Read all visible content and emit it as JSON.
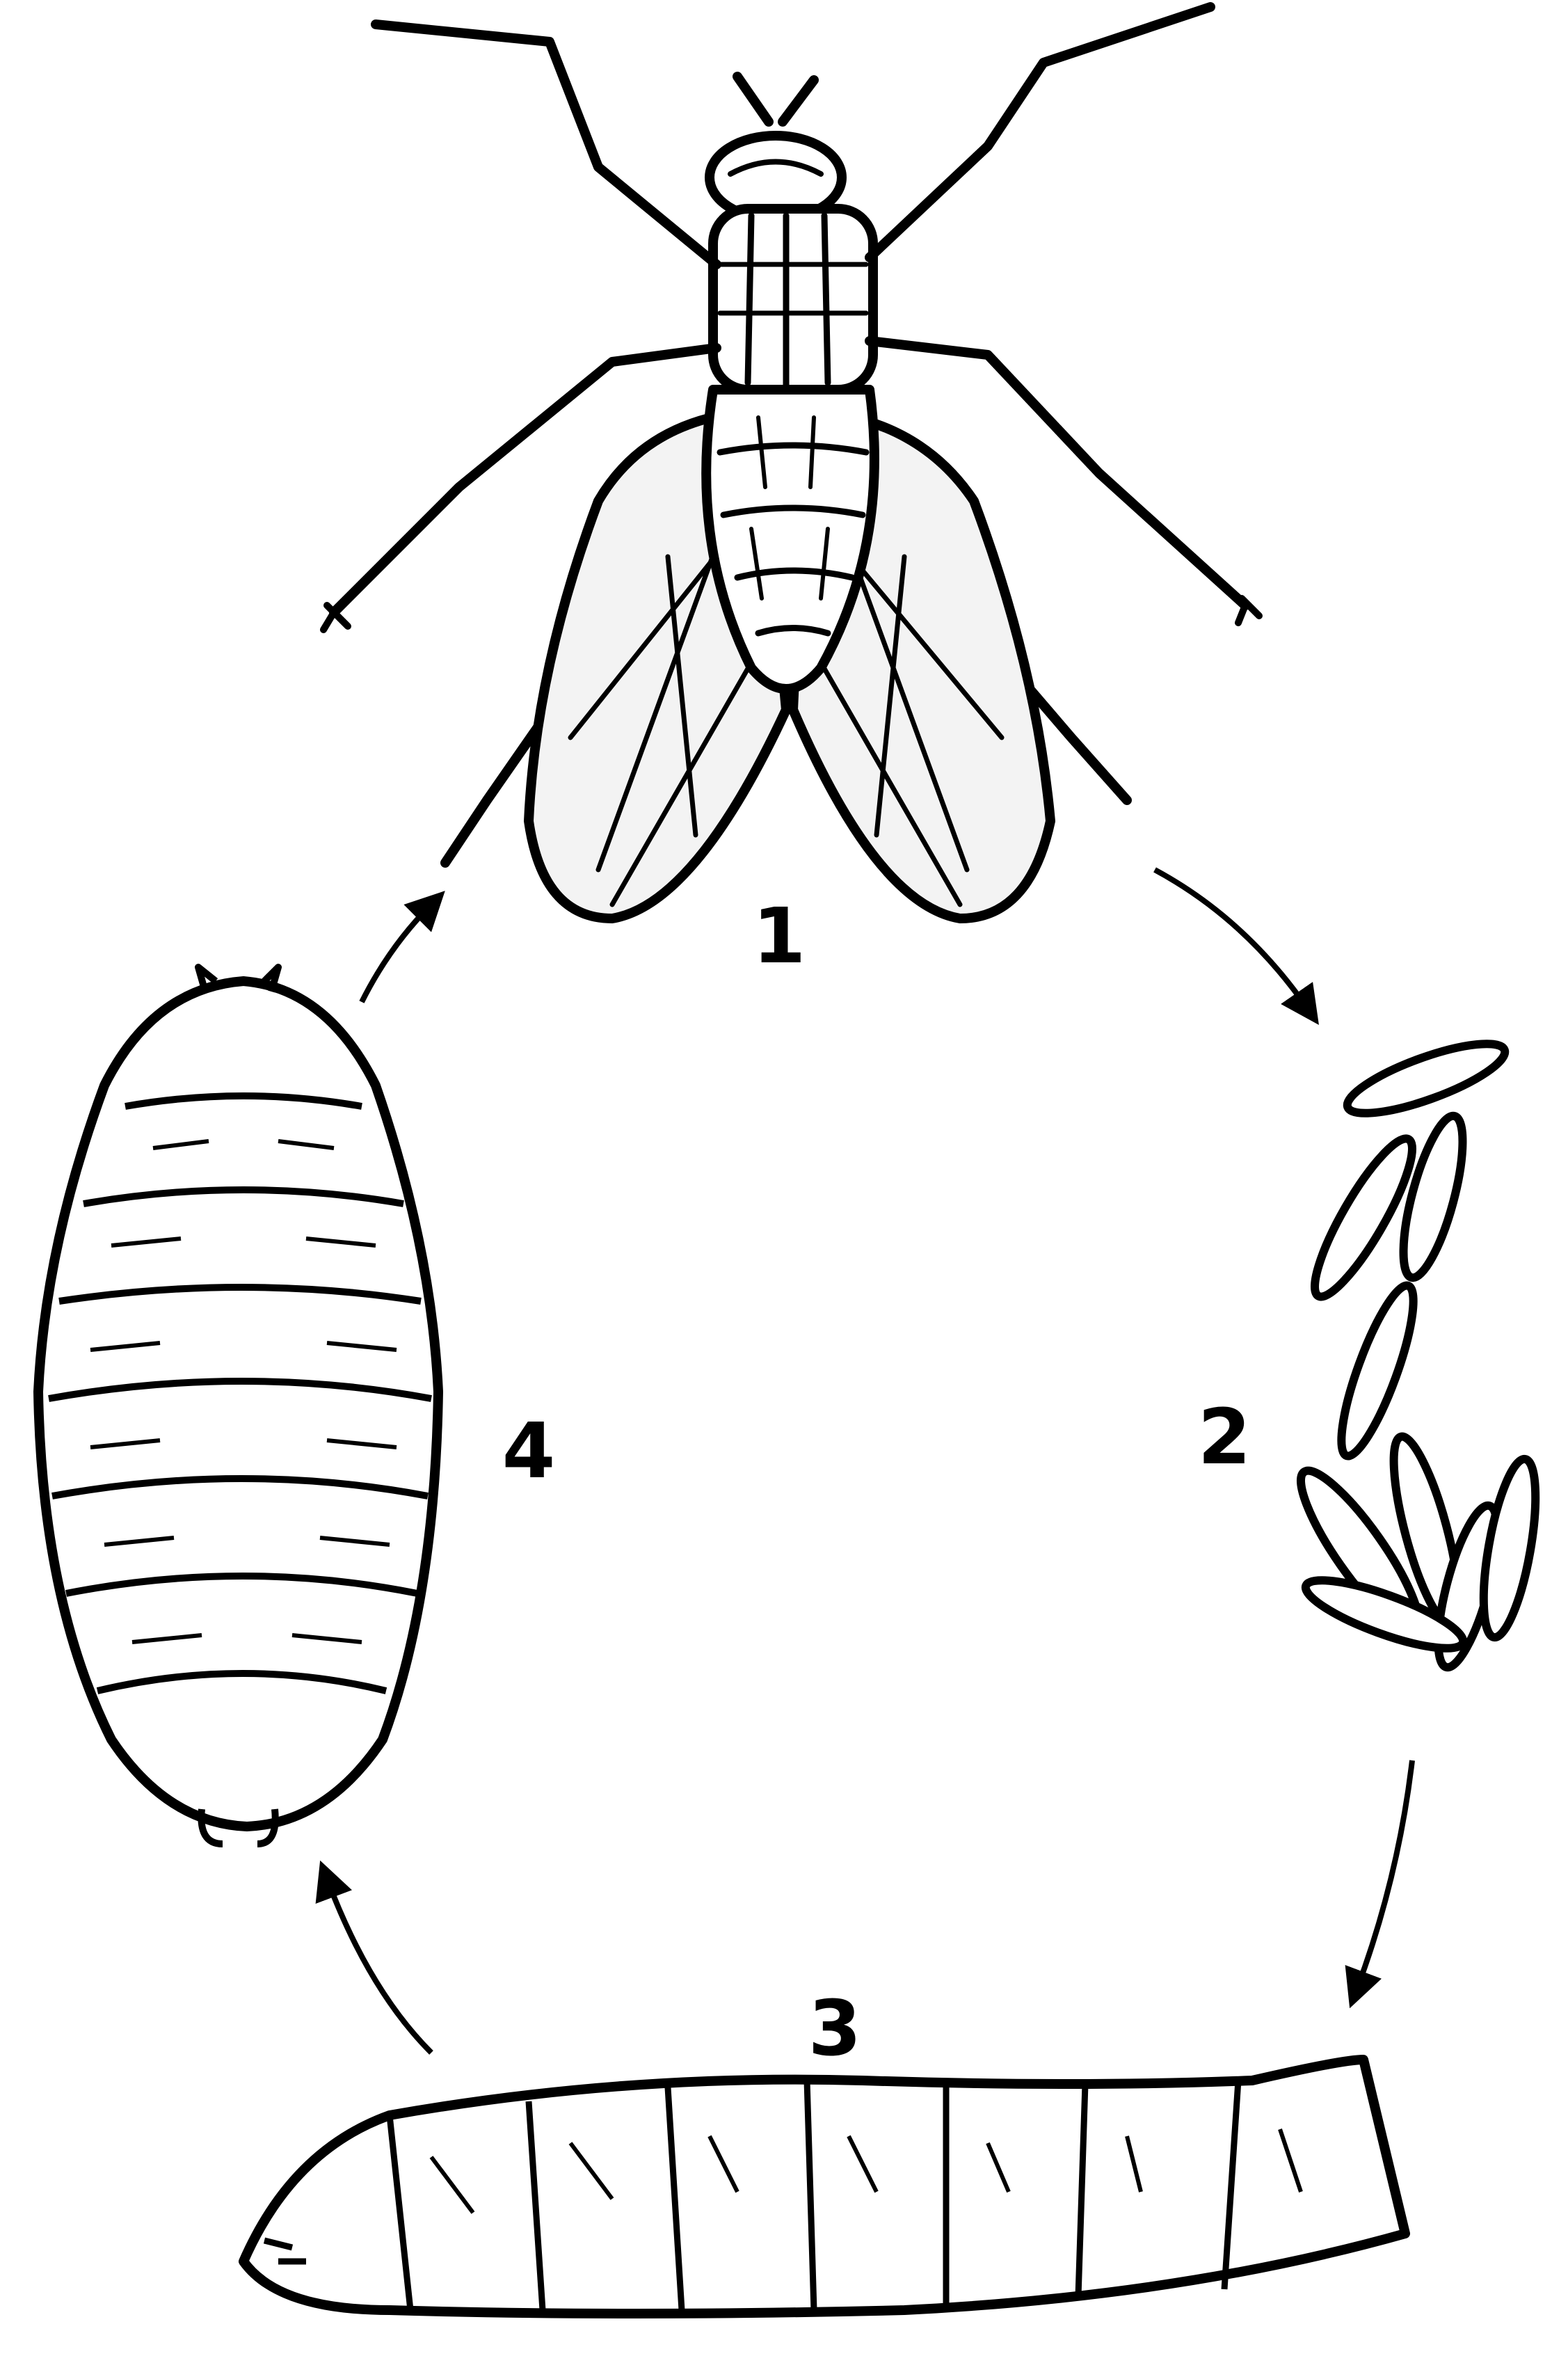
{
  "diagram": {
    "stages": [
      {
        "id": "adult-fly",
        "label": "1"
      },
      {
        "id": "eggs",
        "label": "2"
      },
      {
        "id": "larva",
        "label": "3"
      },
      {
        "id": "pupa",
        "label": "4"
      }
    ],
    "colors": {
      "ink": "#000000",
      "paper": "#ffffff",
      "wing-tint": "#f3f3f3"
    }
  }
}
